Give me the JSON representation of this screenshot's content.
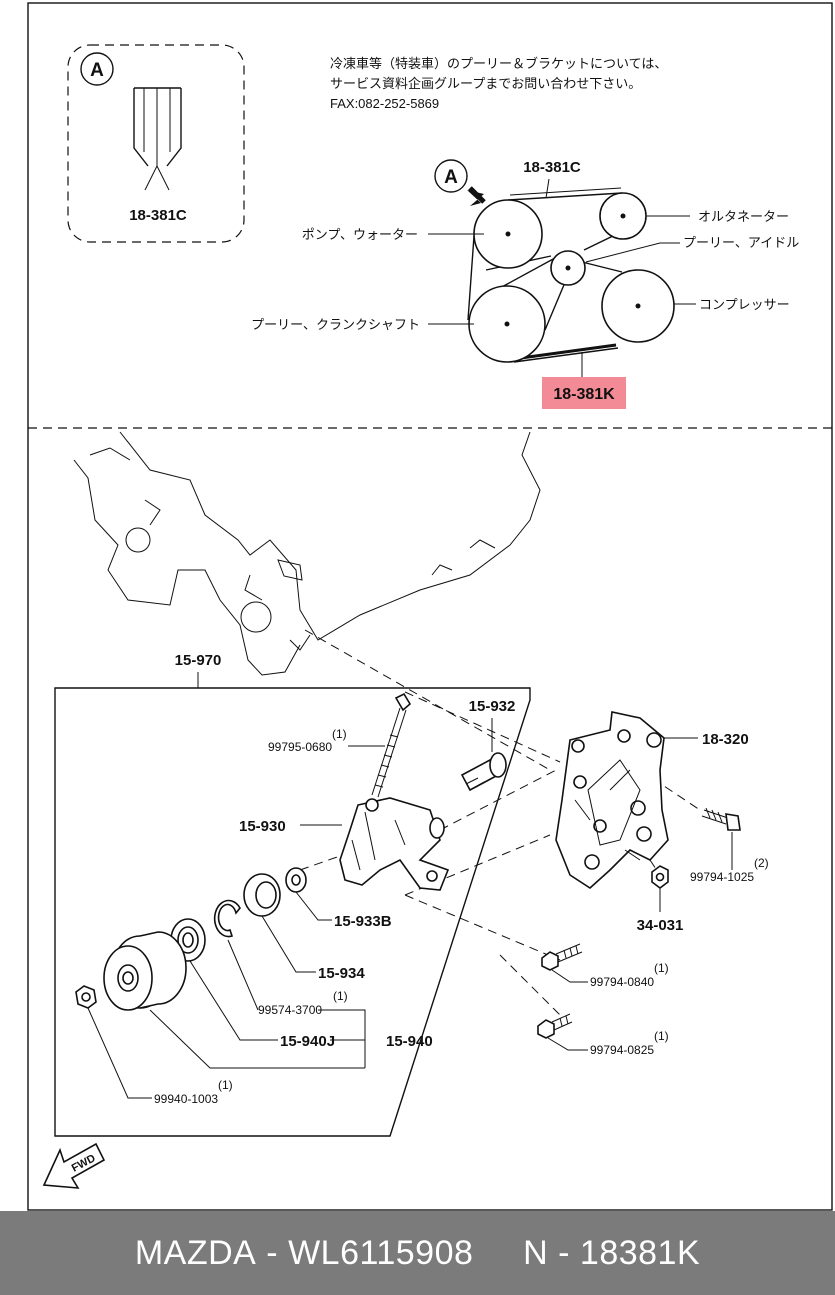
{
  "inset": {
    "badge": "A",
    "label": "18-381C"
  },
  "note": {
    "line1": "冷凍車等（特装車）のプーリー＆ブラケットについては、",
    "line2": "サービス資料企画グループまでお問い合わせ下さい。",
    "line3": "FAX:082-252-5869"
  },
  "belt": {
    "view_badge": "A",
    "label_top": "18-381C",
    "label_bottom": "18-381K",
    "highlight_color": "#f28b96",
    "labels": {
      "alternator": "オルタネーター",
      "idler": "プーリー、アイドル",
      "water_pump": "ポンプ、ウォーター",
      "compressor": "コンプレッサー",
      "crankshaft": "プーリー、クランクシャフト"
    }
  },
  "parts": {
    "assembly": "15-970",
    "bolt_qty": "(1)",
    "bolt": "99795-0680",
    "pin": "15-932",
    "bracket_idler": "15-930",
    "washer": "15-933B",
    "cover": "15-934",
    "snap_ring_qty": "(1)",
    "snap_ring": "99574-3700",
    "pulley_sub": "15-940J",
    "pulley": "15-940",
    "nut_qty": "(1)",
    "nut": "99940-1003",
    "bracket": "18-320",
    "bolt2_qty": "(2)",
    "bolt2": "99794-1025",
    "nut2": "34-031",
    "bolt3_qty": "(1)",
    "bolt3": "99794-0840",
    "bolt4_qty": "(1)",
    "bolt4": "99794-0825",
    "fwd": "FWD"
  },
  "footer": {
    "brand": "MAZDA",
    "sep1": " - ",
    "part_number": "WL6115908",
    "sep2": "     N - ",
    "diagram_ref": "18381K"
  }
}
